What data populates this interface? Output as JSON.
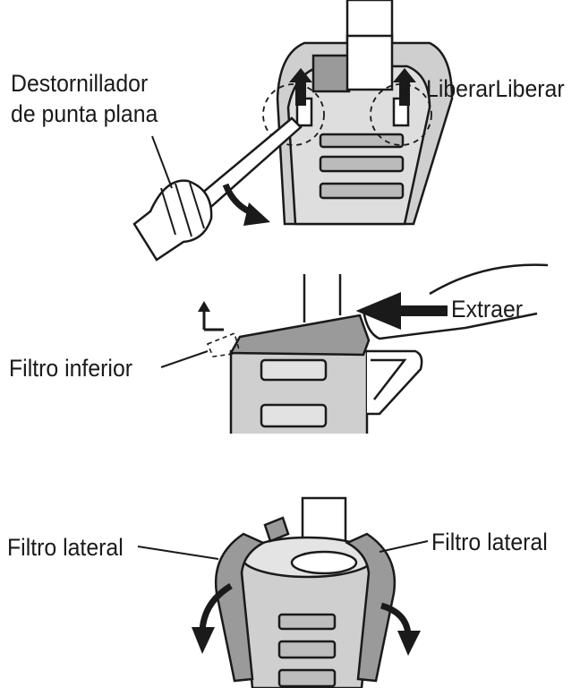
{
  "labels": {
    "screwdriver_line1": "Destornillador",
    "screwdriver_line2": "de punta plana",
    "release": "LiberarLiberar",
    "pull_out": "Extraer",
    "bottom_filter": "Filtro inferior",
    "side_filter_left": "Filtro lateral",
    "side_filter_right": "Filtro lateral"
  },
  "colors": {
    "ink": "#1a1a1a",
    "body_gray": "#c9c9c9",
    "dark_gray": "#8a8a8a",
    "filter_gray": "#9a9a9a"
  }
}
